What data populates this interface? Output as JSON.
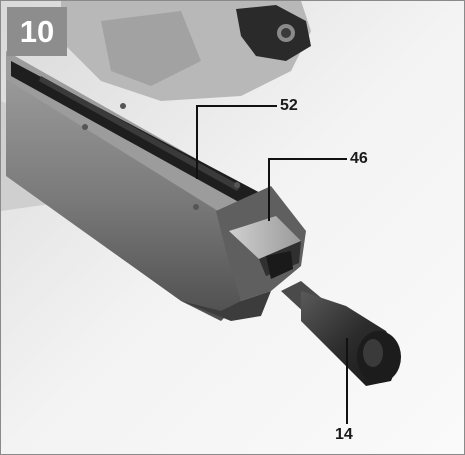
{
  "figure": {
    "number": "10",
    "callouts": {
      "c52": "52",
      "c46": "46",
      "c14": "14"
    }
  },
  "colors": {
    "badge": "#8d8d8d",
    "background": "#f2f2f2",
    "rail": "#1e1e1e",
    "housing": "#6a6a6a",
    "handle": "#2a2a2a"
  }
}
